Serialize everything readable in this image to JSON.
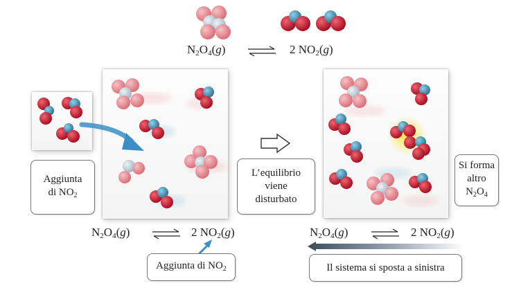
{
  "top_equation": {
    "left_formula": "N2O4",
    "left_state": "g",
    "right_coeff": "2",
    "right_formula": "NO2",
    "right_state": "g"
  },
  "left_equation": {
    "left_formula": "N2O4",
    "left_state": "g",
    "right_coeff": "2",
    "right_formula": "NO2",
    "right_state": "g"
  },
  "right_equation": {
    "left_formula": "N2O4",
    "left_state": "g",
    "right_coeff": "2",
    "right_formula": "NO2",
    "right_state": "g"
  },
  "labels": {
    "aggiunta_line1": "Aggiunta",
    "aggiunta_line2_prefix": "di NO",
    "aggiunta_line2_sub": "2",
    "equilibrio_line1": "L’equilibrio",
    "equilibrio_line2": "viene",
    "equilibrio_line3": "disturbato",
    "forma_line1": "Si forma",
    "forma_line2": "altro",
    "forma_line3_a": "N",
    "forma_line3_sub1": "2",
    "forma_line3_b": "O",
    "forma_line3_sub2": "4",
    "aggiunta_bottom_prefix": "Aggiunta di NO",
    "aggiunta_bottom_sub": "2",
    "sposta": "Il sistema si sposta a sinistra"
  },
  "colors": {
    "oxygen": "#c8102e",
    "nitrogen": "#3d8fb0",
    "n2o4_oxygen": "#e98a92",
    "n2o4_nitrogen": "#b9c9d2",
    "arrow_blue": "#3b8fc6",
    "shift_arrow": "#4a5a6a"
  }
}
